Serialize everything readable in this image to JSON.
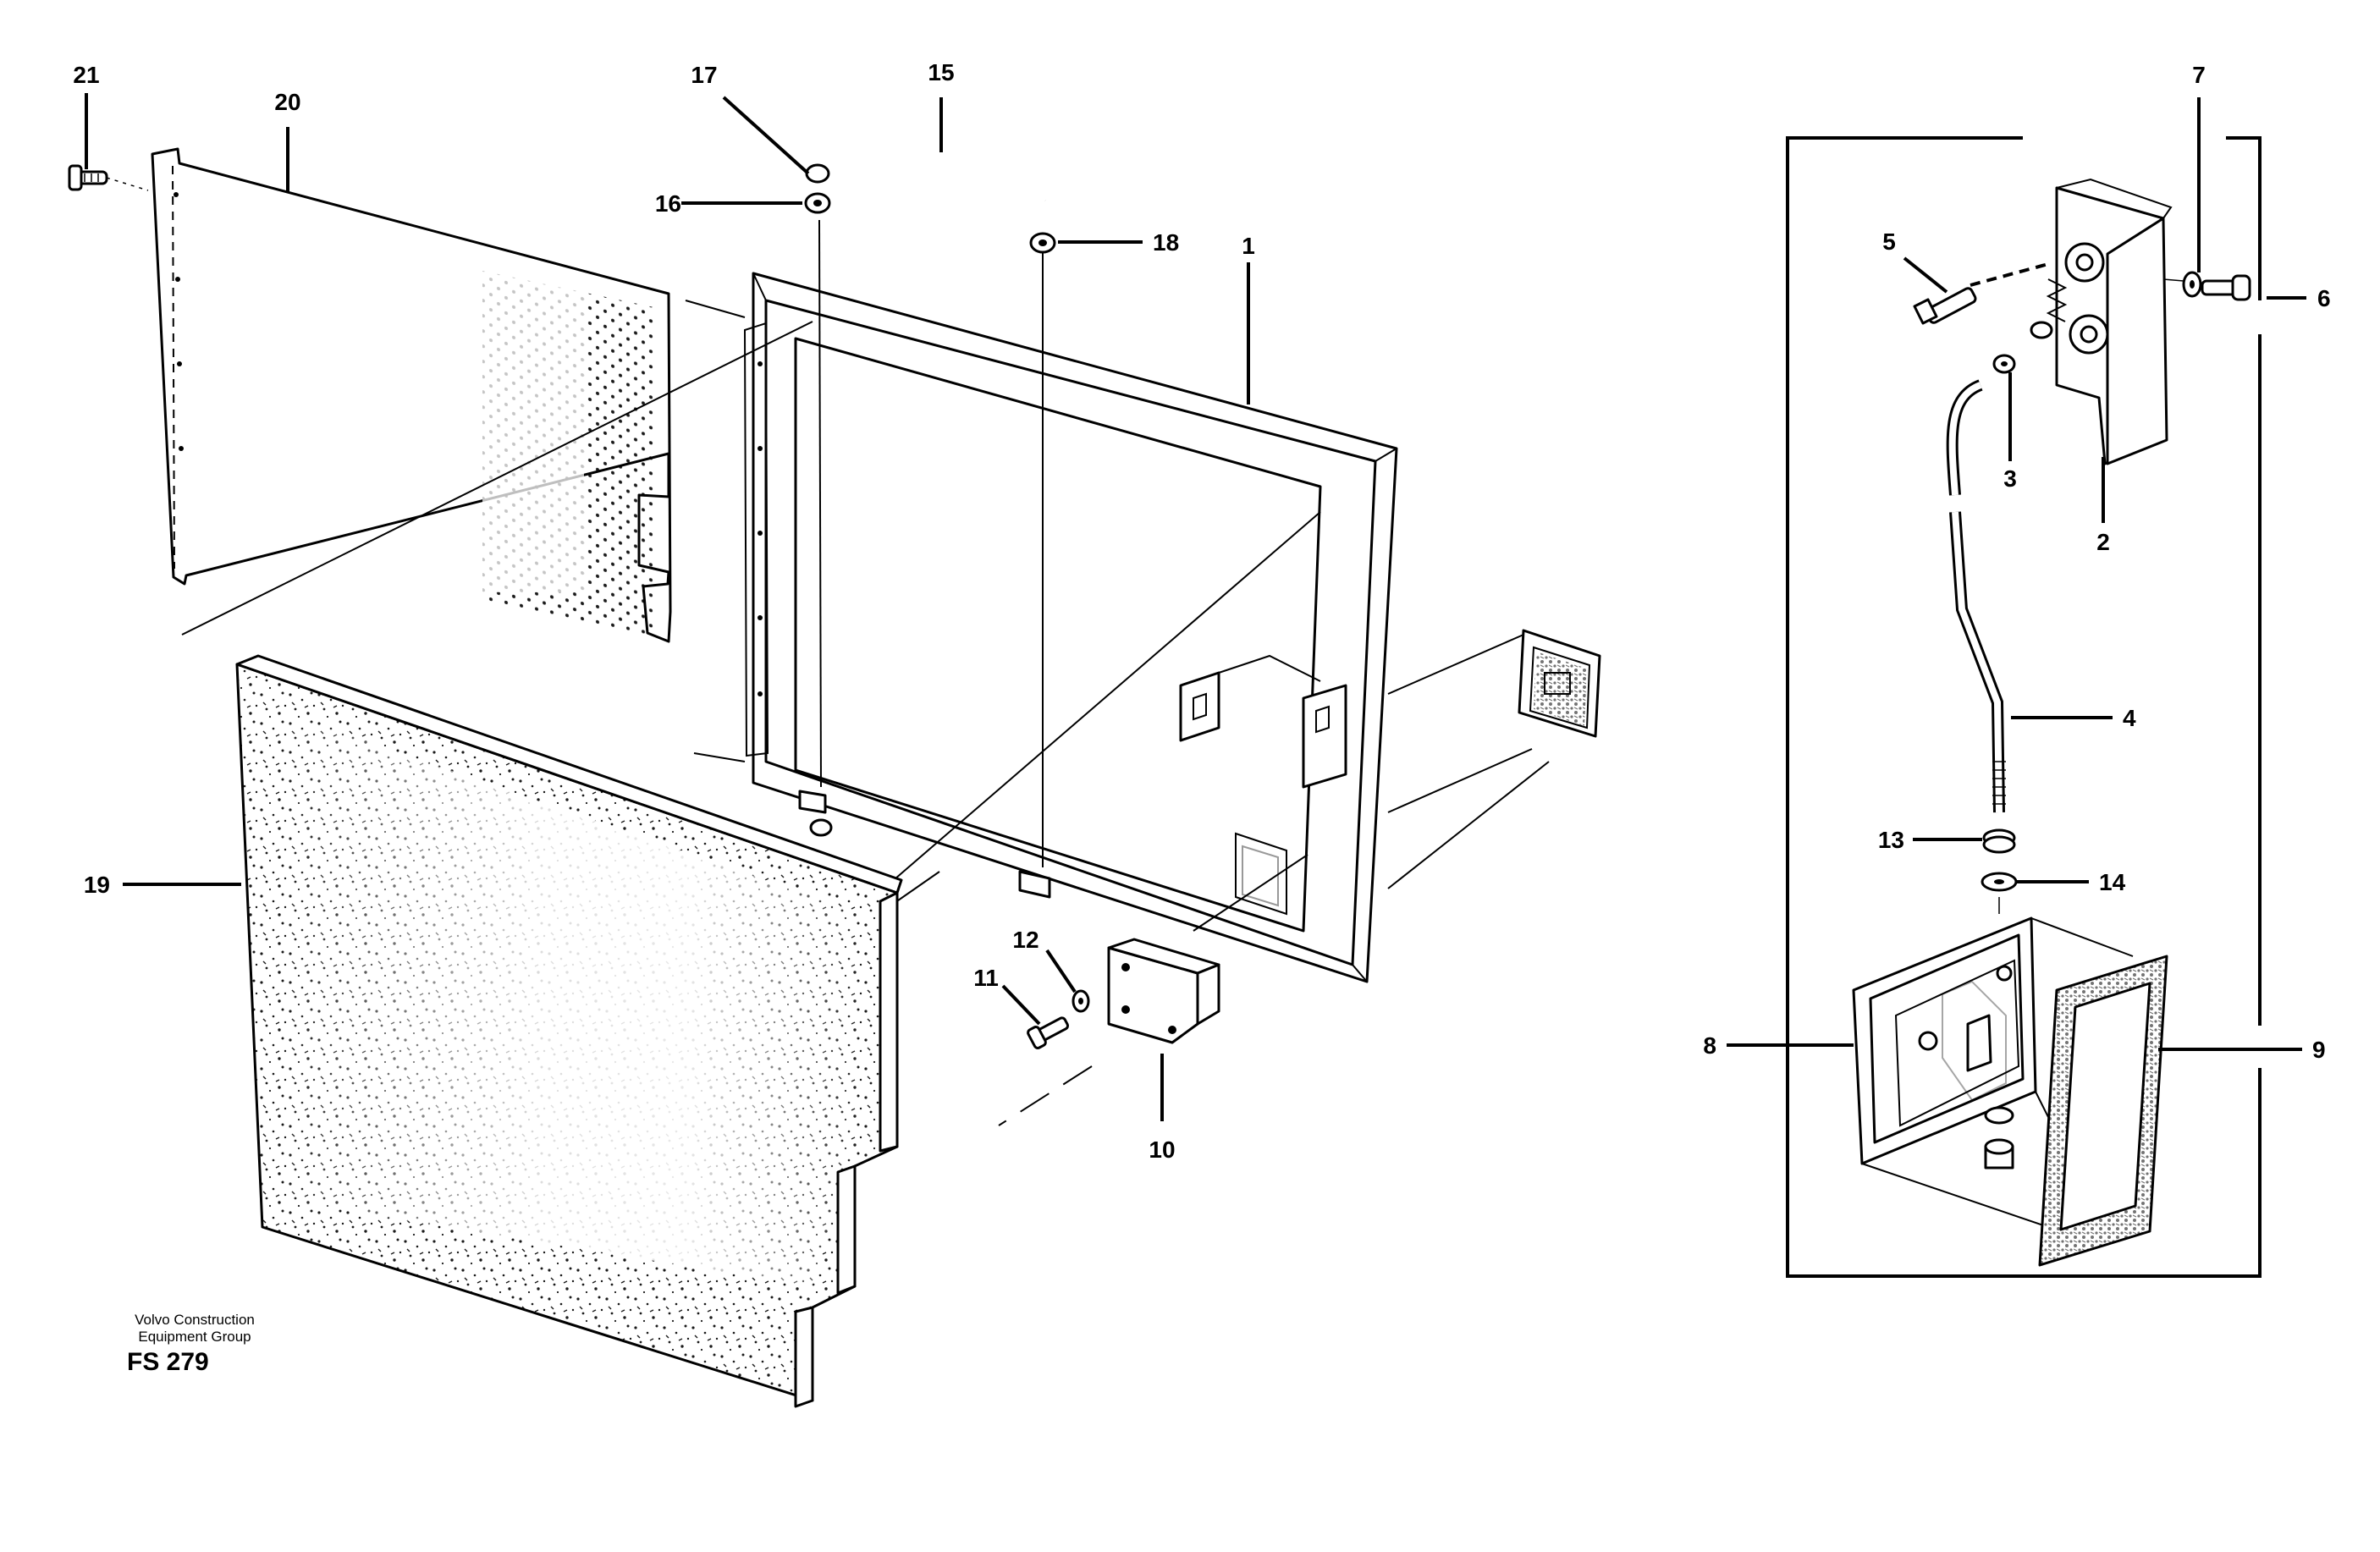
{
  "callouts": {
    "c1": "1",
    "c2": "2",
    "c3": "3",
    "c4": "4",
    "c5": "5",
    "c6": "6",
    "c7": "7",
    "c8": "8",
    "c9": "9",
    "c10": "10",
    "c11": "11",
    "c12": "12",
    "c13": "13",
    "c14": "14",
    "c15": "15",
    "c16": "16",
    "c17": "17",
    "c18": "18",
    "c19": "19",
    "c20": "20",
    "c21": "21"
  },
  "credit": {
    "line1": "Volvo Construction",
    "line2": "Equipment Group",
    "code": "FS 279"
  }
}
